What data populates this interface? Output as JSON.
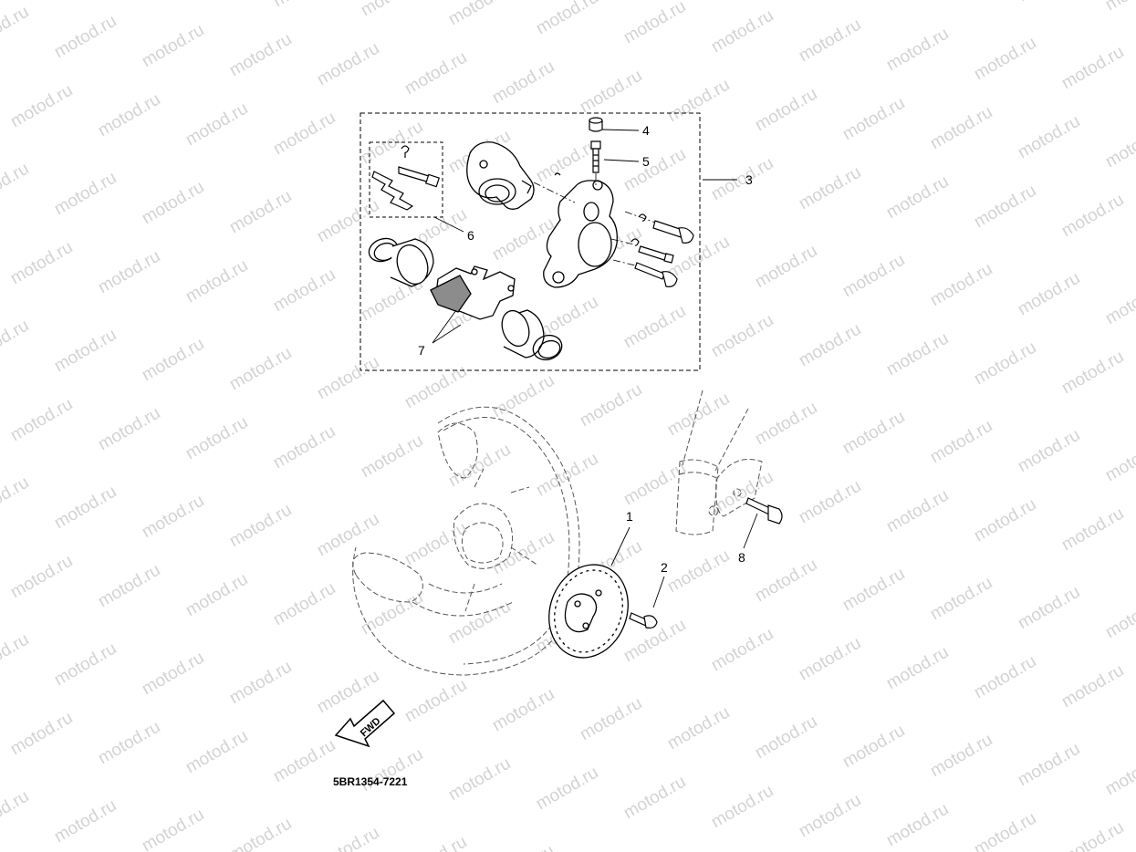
{
  "watermark": {
    "text": "motod.ru",
    "color": "#d3d3d3"
  },
  "callouts": {
    "c1": "1",
    "c2": "2",
    "c3": "3",
    "c4": "4",
    "c5": "5",
    "c6": "6",
    "c7": "7",
    "c8": "8"
  },
  "fwd_arrow_label": "FWD",
  "part_code": "5BR1354-7221",
  "colors": {
    "line": "#000000",
    "phantom_line": "#555555",
    "pad_fill": "#8c8c8c"
  }
}
